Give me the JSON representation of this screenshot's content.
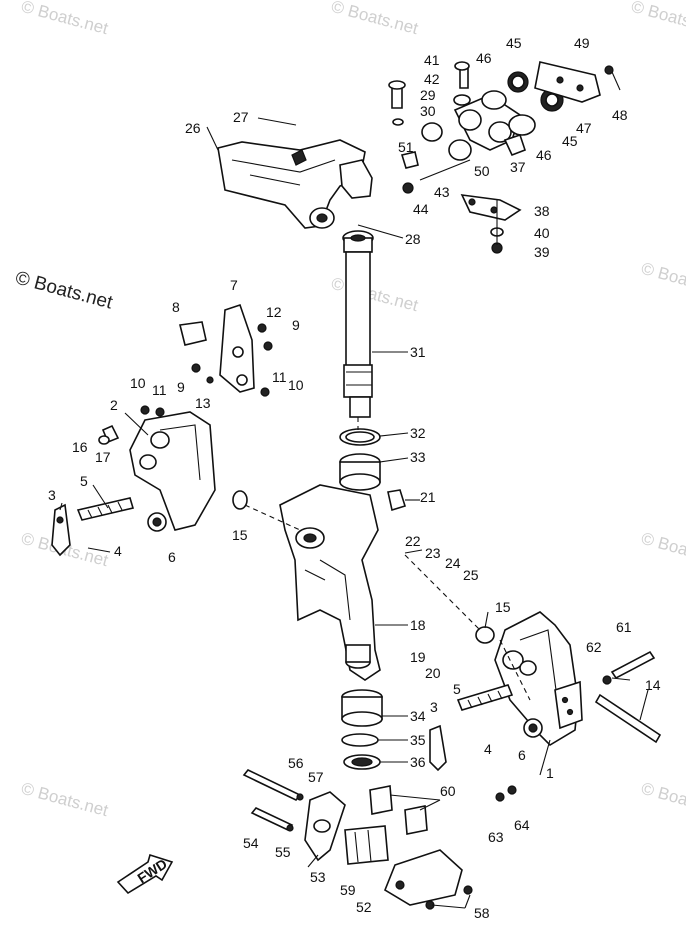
{
  "watermark": "© Boats.net",
  "fwd_label": "FWD",
  "callouts": [
    "1",
    "2",
    "3",
    "4",
    "5",
    "6",
    "7",
    "8",
    "9",
    "10",
    "11",
    "12",
    "13",
    "14",
    "15",
    "16",
    "17",
    "18",
    "19",
    "20",
    "21",
    "22",
    "23",
    "24",
    "25",
    "26",
    "27",
    "28",
    "29",
    "30",
    "31",
    "32",
    "33",
    "34",
    "35",
    "36",
    "37",
    "38",
    "39",
    "40",
    "41",
    "42",
    "43",
    "44",
    "45",
    "46",
    "47",
    "48",
    "49",
    "50",
    "51",
    "52",
    "53",
    "54",
    "55",
    "56",
    "57",
    "58",
    "59",
    "60",
    "61",
    "62",
    "63",
    "64"
  ]
}
